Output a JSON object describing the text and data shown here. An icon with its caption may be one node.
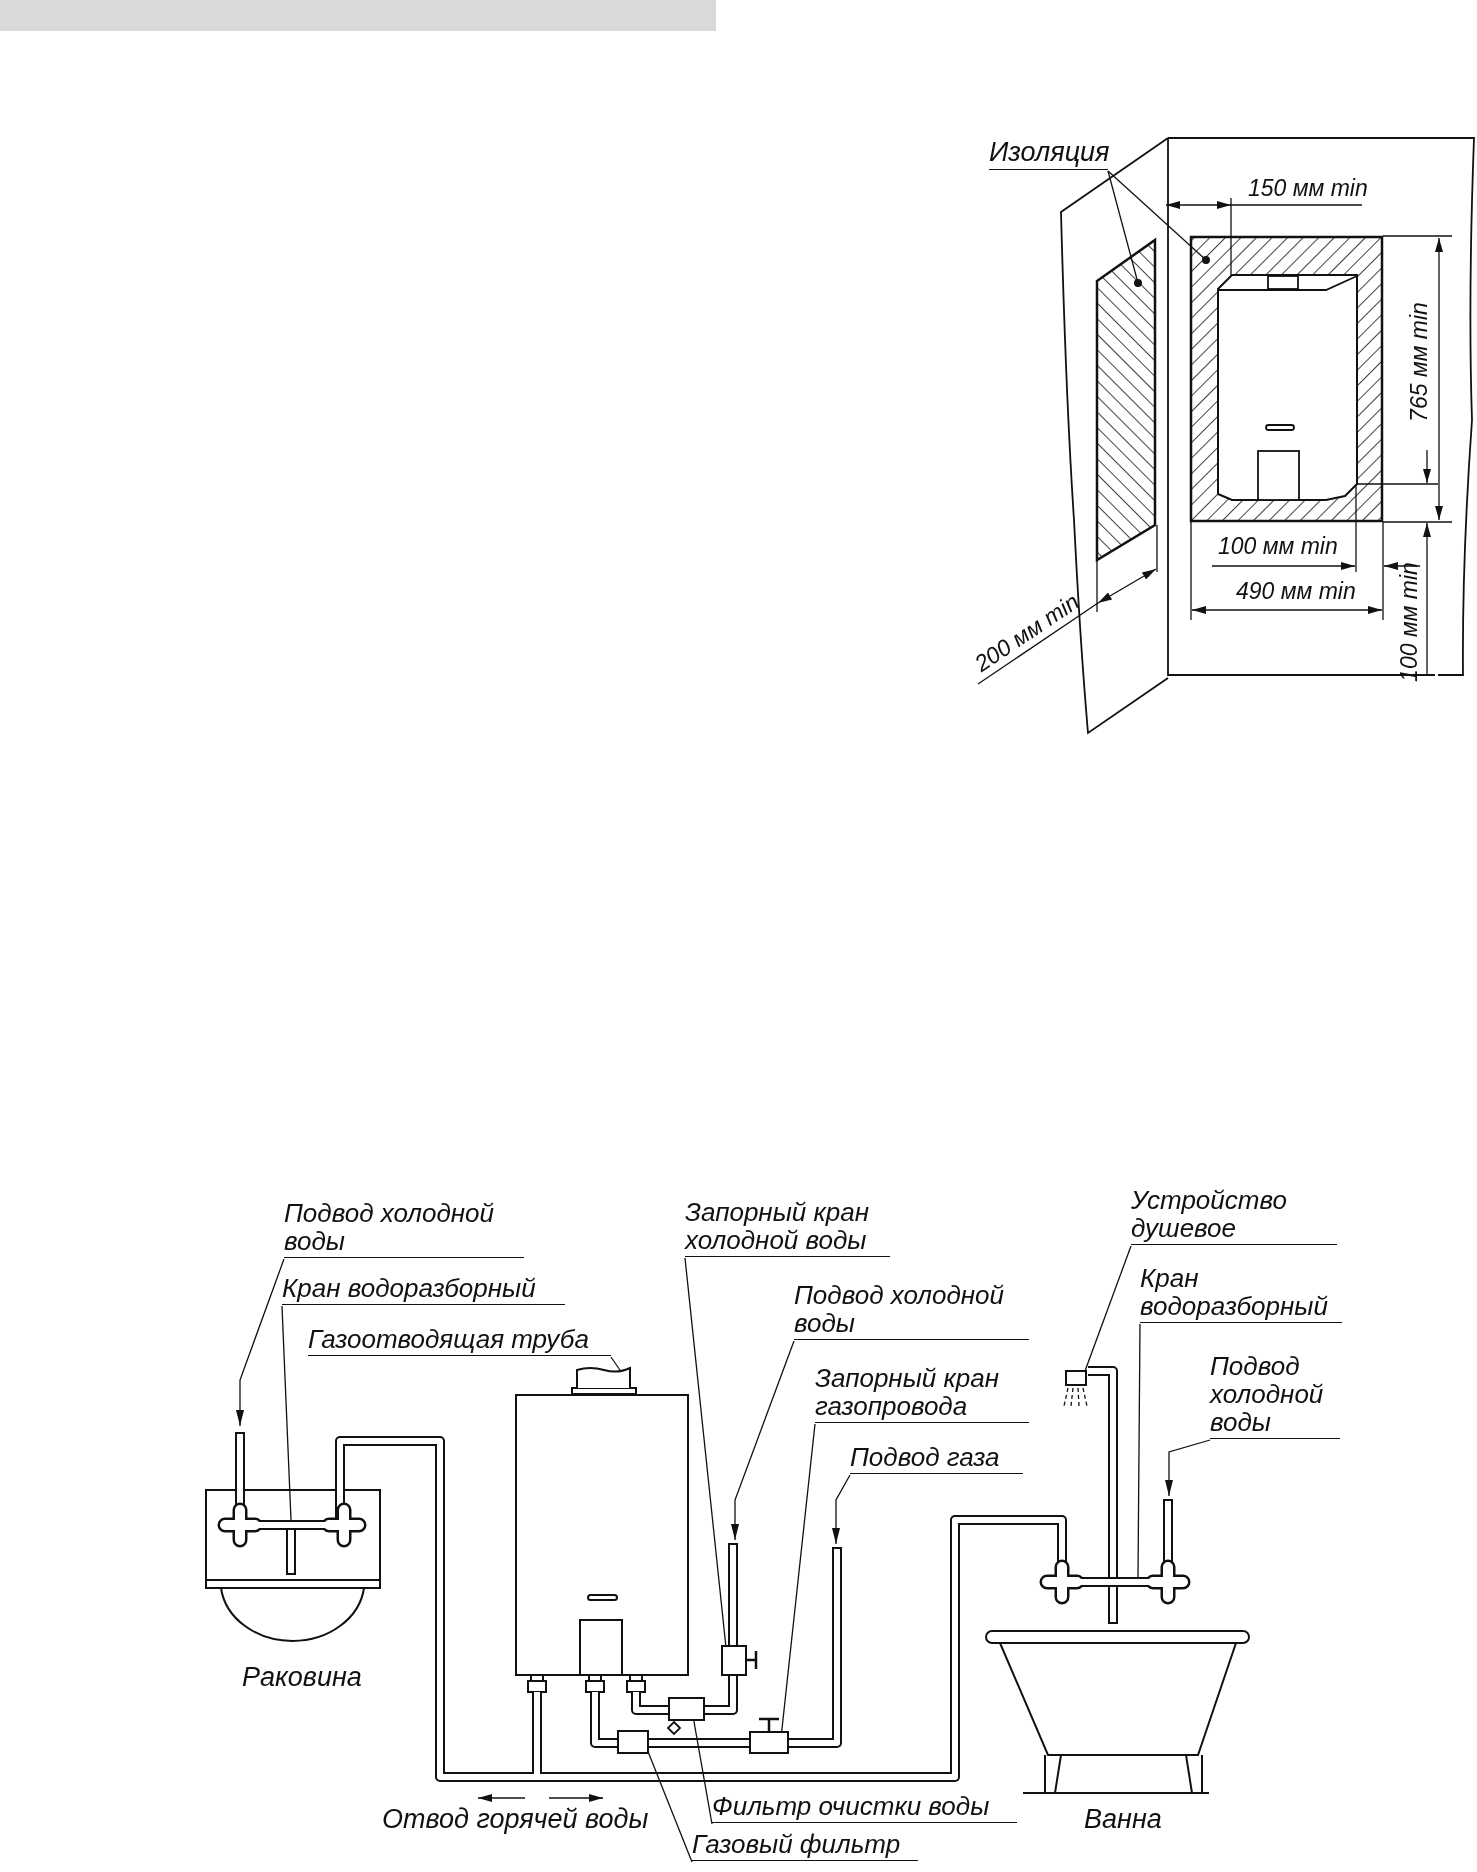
{
  "diagram": {
    "nodes": [
      {
        "text": [
          "Изоляция"
        ]
      },
      {
        "text": [],
        "shape": "box"
      },
      {
        "text": [],
        "shape": "box"
      },
      {
        "text": [
          "Подвод холодной воды"
        ]
      },
      {
        "text": [
          "Кран водоразборный"
        ]
      },
      {
        "text": [
          "Газоотводящая труба"
        ]
      },
      {
        "text": [],
        "shape": "box"
      },
      {
        "text": [
          "Запорный кран холодной воды"
        ]
      },
      {
        "text": [],
        "shape": "box"
      },
      {
        "text": [
          "Подвод холодной воды"
        ]
      },
      {
        "text": [
          "Запорный кран газопровода"
        ]
      },
      {
        "text": [],
        "shape": "box"
      },
      {
        "text": [
          "Подвод газа"
        ]
      },
      {
        "text": [
          "Устройство душевое"
        ]
      },
      {
        "text": [],
        "shape": "box"
      },
      {
        "text": [
          "Кран водоразборный"
        ]
      },
      {
        "text": [
          "Подвод холодной воды"
        ]
      },
      {
        "text": [
          "Фильтр очистки воды"
        ]
      },
      {
        "text": [],
        "shape": "box"
      },
      {
        "text": [
          "Газовый фильтр"
        ]
      },
      {
        "text": [],
        "shape": "box"
      }
    ],
    "edges": [
      {
        "from": 0,
        "to": 1,
        "arrow": "other"
      },
      {
        "from": 0,
        "to": 2,
        "arrow": "other"
      },
      {
        "from": 3,
        "to": null,
        "arrow": "to"
      },
      {
        "from": 4,
        "to": null,
        "arrow": "none"
      },
      {
        "from": 5,
        "to": 6,
        "arrow": "none"
      },
      {
        "from": 7,
        "to": 8,
        "arrow": "none"
      },
      {
        "from": 9,
        "to": null,
        "arrow": "to"
      },
      {
        "from": 10,
        "to": 11,
        "arrow": "none"
      },
      {
        "from": 12,
        "to": null,
        "arrow": "to"
      },
      {
        "from": 13,
        "to": 14,
        "arrow": "none"
      },
      {
        "from": 15,
        "to": null,
        "arrow": "none"
      },
      {
        "from": 16,
        "to": null,
        "arrow": "to"
      },
      {
        "from": 17,
        "to": 18,
        "arrow": "none"
      },
      {
        "from": 19,
        "to": 20,
        "arrow": "none"
      }
    ],
    "labels": [
      "150 мм min",
      "765 мм min",
      "100 мм min",
      "490 мм min",
      "100 мм min",
      "200 мм min",
      "Раковина",
      "Отвод горячей воды",
      "Ванна"
    ]
  }
}
